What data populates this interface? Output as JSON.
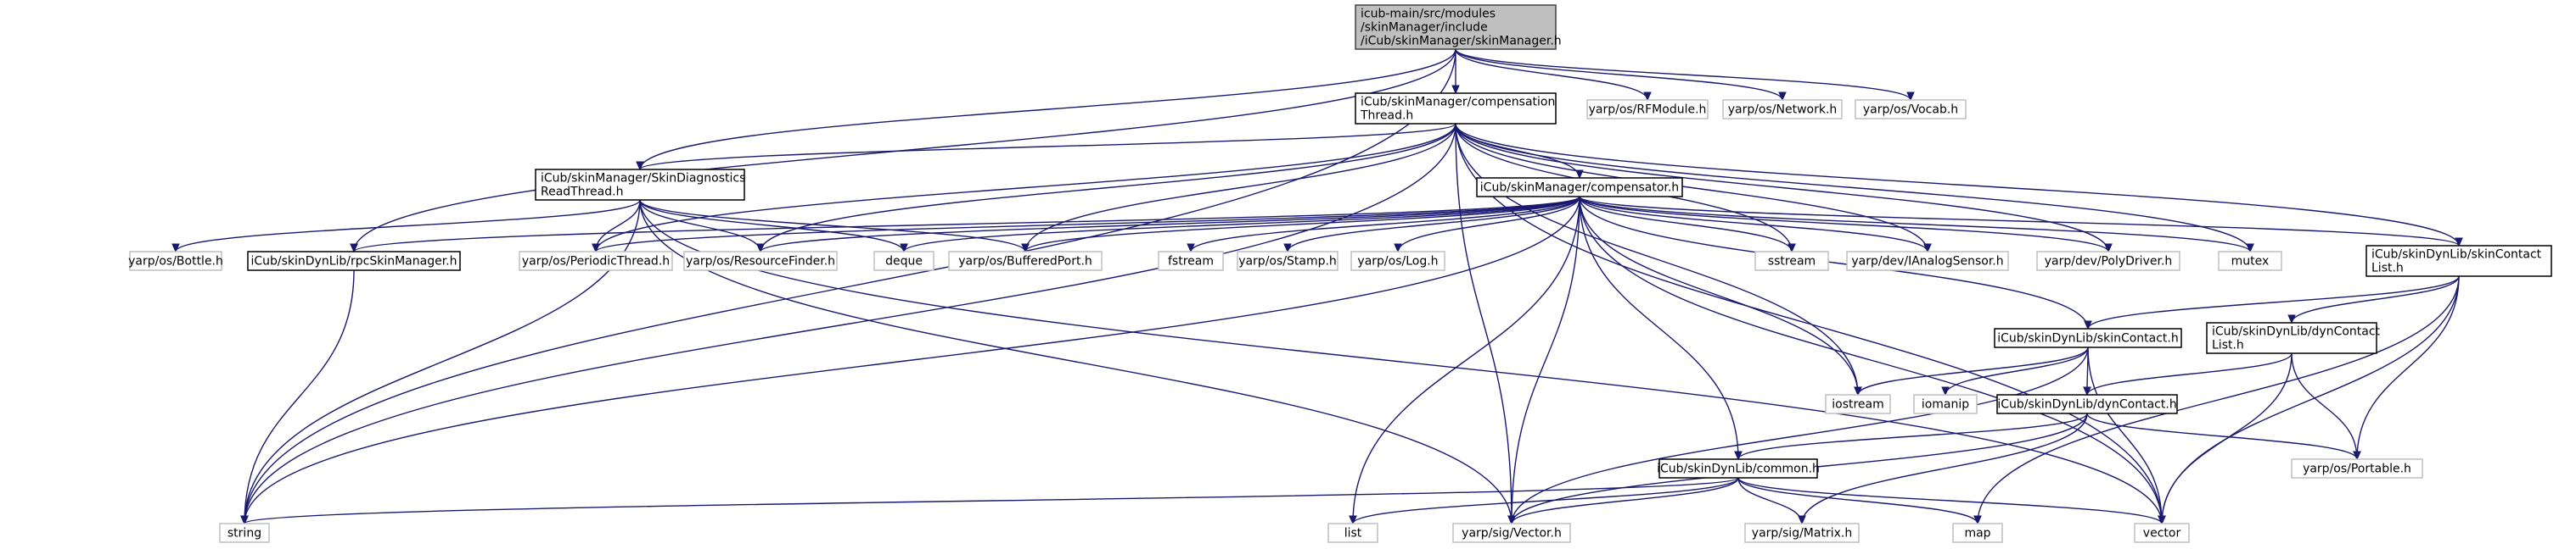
{
  "nodes": {
    "root": {
      "lines": [
        "icub-main/src/modules",
        "/skinManager/include",
        "/iCub/skinManager/skinManager.h"
      ]
    },
    "compThread": {
      "lines": [
        "iCub/skinManager/compensation",
        "Thread.h"
      ]
    },
    "rfmodule": {
      "lines": [
        "yarp/os/RFModule.h"
      ]
    },
    "network": {
      "lines": [
        "yarp/os/Network.h"
      ]
    },
    "vocab": {
      "lines": [
        "yarp/os/Vocab.h"
      ]
    },
    "diagThread": {
      "lines": [
        "iCub/skinManager/SkinDiagnostics",
        "ReadThread.h"
      ]
    },
    "compensator": {
      "lines": [
        "iCub/skinManager/compensator.h"
      ]
    },
    "bottle": {
      "lines": [
        "yarp/os/Bottle.h"
      ]
    },
    "rpcSkin": {
      "lines": [
        "iCub/skinDynLib/rpcSkinManager.h"
      ]
    },
    "periodic": {
      "lines": [
        "yarp/os/PeriodicThread.h"
      ]
    },
    "resfinder": {
      "lines": [
        "yarp/os/ResourceFinder.h"
      ]
    },
    "deque": {
      "lines": [
        "deque"
      ]
    },
    "bufport": {
      "lines": [
        "yarp/os/BufferedPort.h"
      ]
    },
    "fstream": {
      "lines": [
        "fstream"
      ]
    },
    "stamp": {
      "lines": [
        "yarp/os/Stamp.h"
      ]
    },
    "log": {
      "lines": [
        "yarp/os/Log.h"
      ]
    },
    "sstream": {
      "lines": [
        "sstream"
      ]
    },
    "ianalog": {
      "lines": [
        "yarp/dev/IAnalogSensor.h"
      ]
    },
    "polydriver": {
      "lines": [
        "yarp/dev/PolyDriver.h"
      ]
    },
    "mutex": {
      "lines": [
        "mutex"
      ]
    },
    "skinContactList": {
      "lines": [
        "iCub/skinDynLib/skinContact",
        "List.h"
      ]
    },
    "skinContact": {
      "lines": [
        "iCub/skinDynLib/skinContact.h"
      ]
    },
    "dynContactList": {
      "lines": [
        "iCub/skinDynLib/dynContact",
        "List.h"
      ]
    },
    "iostream": {
      "lines": [
        "iostream"
      ]
    },
    "iomanip": {
      "lines": [
        "iomanip"
      ]
    },
    "dynContact": {
      "lines": [
        "iCub/skinDynLib/dynContact.h"
      ]
    },
    "portable": {
      "lines": [
        "yarp/os/Portable.h"
      ]
    },
    "common": {
      "lines": [
        "iCub/skinDynLib/common.h"
      ]
    },
    "string": {
      "lines": [
        "string"
      ]
    },
    "vector_sig": {
      "lines": [
        "yarp/sig/Vector.h"
      ]
    },
    "list": {
      "lines": [
        "list"
      ]
    },
    "matrix": {
      "lines": [
        "yarp/sig/Matrix.h"
      ]
    },
    "map": {
      "lines": [
        "map"
      ]
    },
    "vector": {
      "lines": [
        "vector"
      ]
    }
  }
}
